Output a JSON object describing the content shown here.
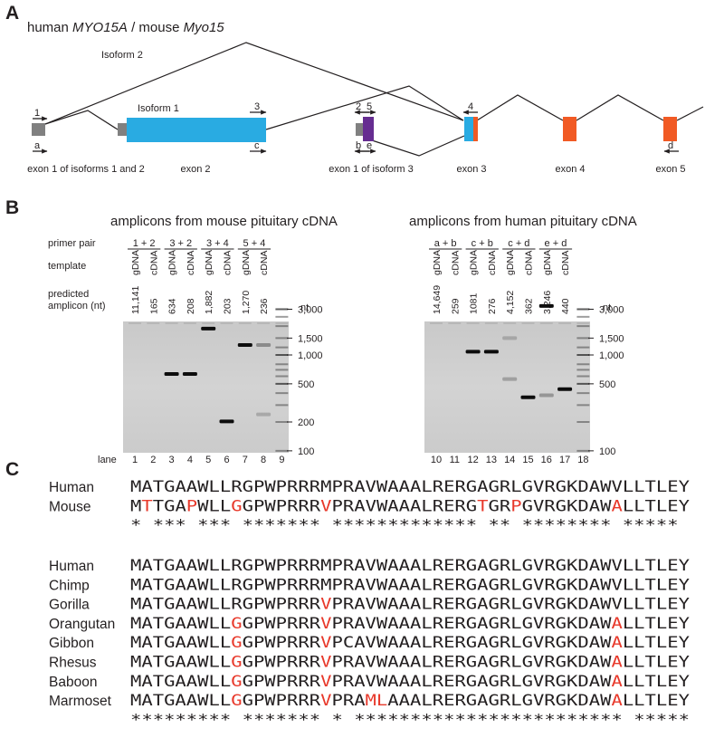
{
  "panel_a": {
    "letter": "A",
    "title_prefix": "human ",
    "gene_human": "MYO15A",
    "title_sep": " / mouse ",
    "gene_mouse": "Myo15",
    "isoform2_label": "Isoform 2",
    "isoform1_label": "Isoform 1",
    "primers": [
      "1",
      "a",
      "3",
      "c",
      "2",
      "5",
      "b",
      "e",
      "4",
      "d"
    ],
    "exon_labels": [
      "exon 1 of isoforms 1 and 2",
      "exon 2",
      "exon 1 of isoform 3",
      "exon 3",
      "exon 4",
      "exon 5"
    ],
    "colors": {
      "exon2": "#29abe2",
      "exon1_iso3": "#662d91",
      "coding": "#f15a24",
      "utr": "#808080",
      "line": "#231f20"
    }
  },
  "panel_b": {
    "letter": "B",
    "mouse_title": "amplicons from mouse pituitary cDNA",
    "human_title": "amplicons from human pituitary cDNA",
    "row_labels": {
      "primer_pair": "primer pair",
      "template": "template",
      "predicted_1": "predicted",
      "predicted_2": "amplicon (nt)",
      "lane": "lane"
    },
    "mouse_primer_pairs": [
      "1 + 2",
      "3 + 2",
      "3 + 4",
      "5 + 4"
    ],
    "human_primer_pairs": [
      "a + b",
      "c + b",
      "c + d",
      "e + d"
    ],
    "templates": [
      "gDNA",
      "cDNA"
    ],
    "mouse_amplicons": [
      "11,141",
      "165",
      "634",
      "208",
      "1,882",
      "203",
      "1,270",
      "236"
    ],
    "human_amplicons": [
      "14,649",
      "259",
      "1081",
      "276",
      "4,152",
      "362",
      "3,246",
      "440"
    ],
    "mouse_lanes": [
      "1",
      "2",
      "3",
      "4",
      "5",
      "6",
      "7",
      "8",
      "9"
    ],
    "human_lanes": [
      "10",
      "11",
      "12",
      "13",
      "14",
      "15",
      "16",
      "17",
      "18"
    ],
    "nt_unit": "nt",
    "mouse_ladder_labels": [
      "3,000",
      "1,500",
      "1,000",
      "500",
      "200",
      "100"
    ],
    "human_ladder_labels": [
      "3,000",
      "1,500",
      "1,000",
      "500",
      "100"
    ]
  },
  "panel_c": {
    "letter": "C",
    "alignment1": {
      "rows": [
        {
          "species": "Human",
          "seq": "MATGAAWLLRGPWPRRRMPRAVWAAALRERGAGRLGVRGKDAWVLLTLEY",
          "red": []
        },
        {
          "species": "Mouse",
          "seq": "MTTGAPWLLGGPWPRRRVPRAVWAAALRERGTGRPGVRGKDAWALLTLEY",
          "red": [
            1,
            5,
            9,
            17,
            31,
            34,
            43
          ]
        }
      ],
      "consensus": "* *** *** ******* ************* ** ******** *****"
    },
    "alignment2": {
      "rows": [
        {
          "species": "Human",
          "seq": "MATGAAWLLRGPWPRRRMPRAVWAAALRERGAGRLGVRGKDAWVLLTLEY",
          "red": []
        },
        {
          "species": "Chimp",
          "seq": "MATGAAWLLRGPWPRRRMPRAVWAAALRERGAGRLGVRGKDAWVLLTLEY",
          "red": []
        },
        {
          "species": "Gorilla",
          "seq": "MATGAAWLLRGPWPRRRVPRAVWAAALRERGAGRLGVRGKDAWVLLTLEY",
          "red": [
            17
          ]
        },
        {
          "species": "Orangutan",
          "seq": "MATGAAWLLGGPWPRRRVPRAVWAAALRERGAGRLGVRGKDAWALLTLEY",
          "red": [
            9,
            17,
            43
          ]
        },
        {
          "species": "Gibbon",
          "seq": "MATGAAWLLGGPWPRRRVPCAVWAAALRERGAGRLGVRGKDAWALLTLEY",
          "red": [
            9,
            17,
            43
          ]
        },
        {
          "species": "Rhesus",
          "seq": "MATGAAWLLGGPWPRRRVPRAVWAAALRERGAGRLGVRGKDAWALLTLEY",
          "red": [
            9,
            17,
            43
          ]
        },
        {
          "species": "Baboon",
          "seq": "MATGAAWLLGGPWPRRRVPRAVWAAALRERGAGRLGVRGKDAWALLTLEY",
          "red": [
            9,
            17,
            43
          ]
        },
        {
          "species": "Marmoset",
          "seq": "MATGAAWLLGGPWPRRRVPRAMLAAALRERGAGRLGVRGKDAWALLTLEY",
          "red": [
            9,
            17,
            21,
            22,
            43
          ]
        }
      ],
      "consensus": "********* ******* * ************************ *****"
    },
    "mismatch_color": "#e8392b"
  }
}
